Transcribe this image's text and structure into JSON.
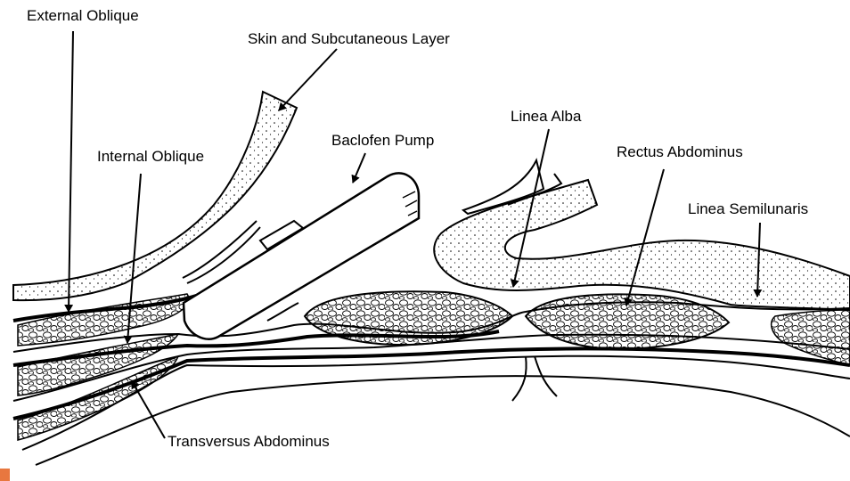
{
  "labels": {
    "external_oblique": "External Oblique",
    "skin_layer": "Skin and Subcutaneous Layer",
    "baclofen_pump": "Baclofen Pump",
    "linea_alba": "Linea Alba",
    "rectus_abdominus": "Rectus Abdominus",
    "internal_oblique": "Internal Oblique",
    "linea_semilunaris": "Linea Semilunaris",
    "transversus_abdominus": "Transversus Abdominus"
  },
  "colors": {
    "ink": "#000000",
    "skin_fill": "#f2f2f2",
    "accent_mark": "#e8773f"
  }
}
